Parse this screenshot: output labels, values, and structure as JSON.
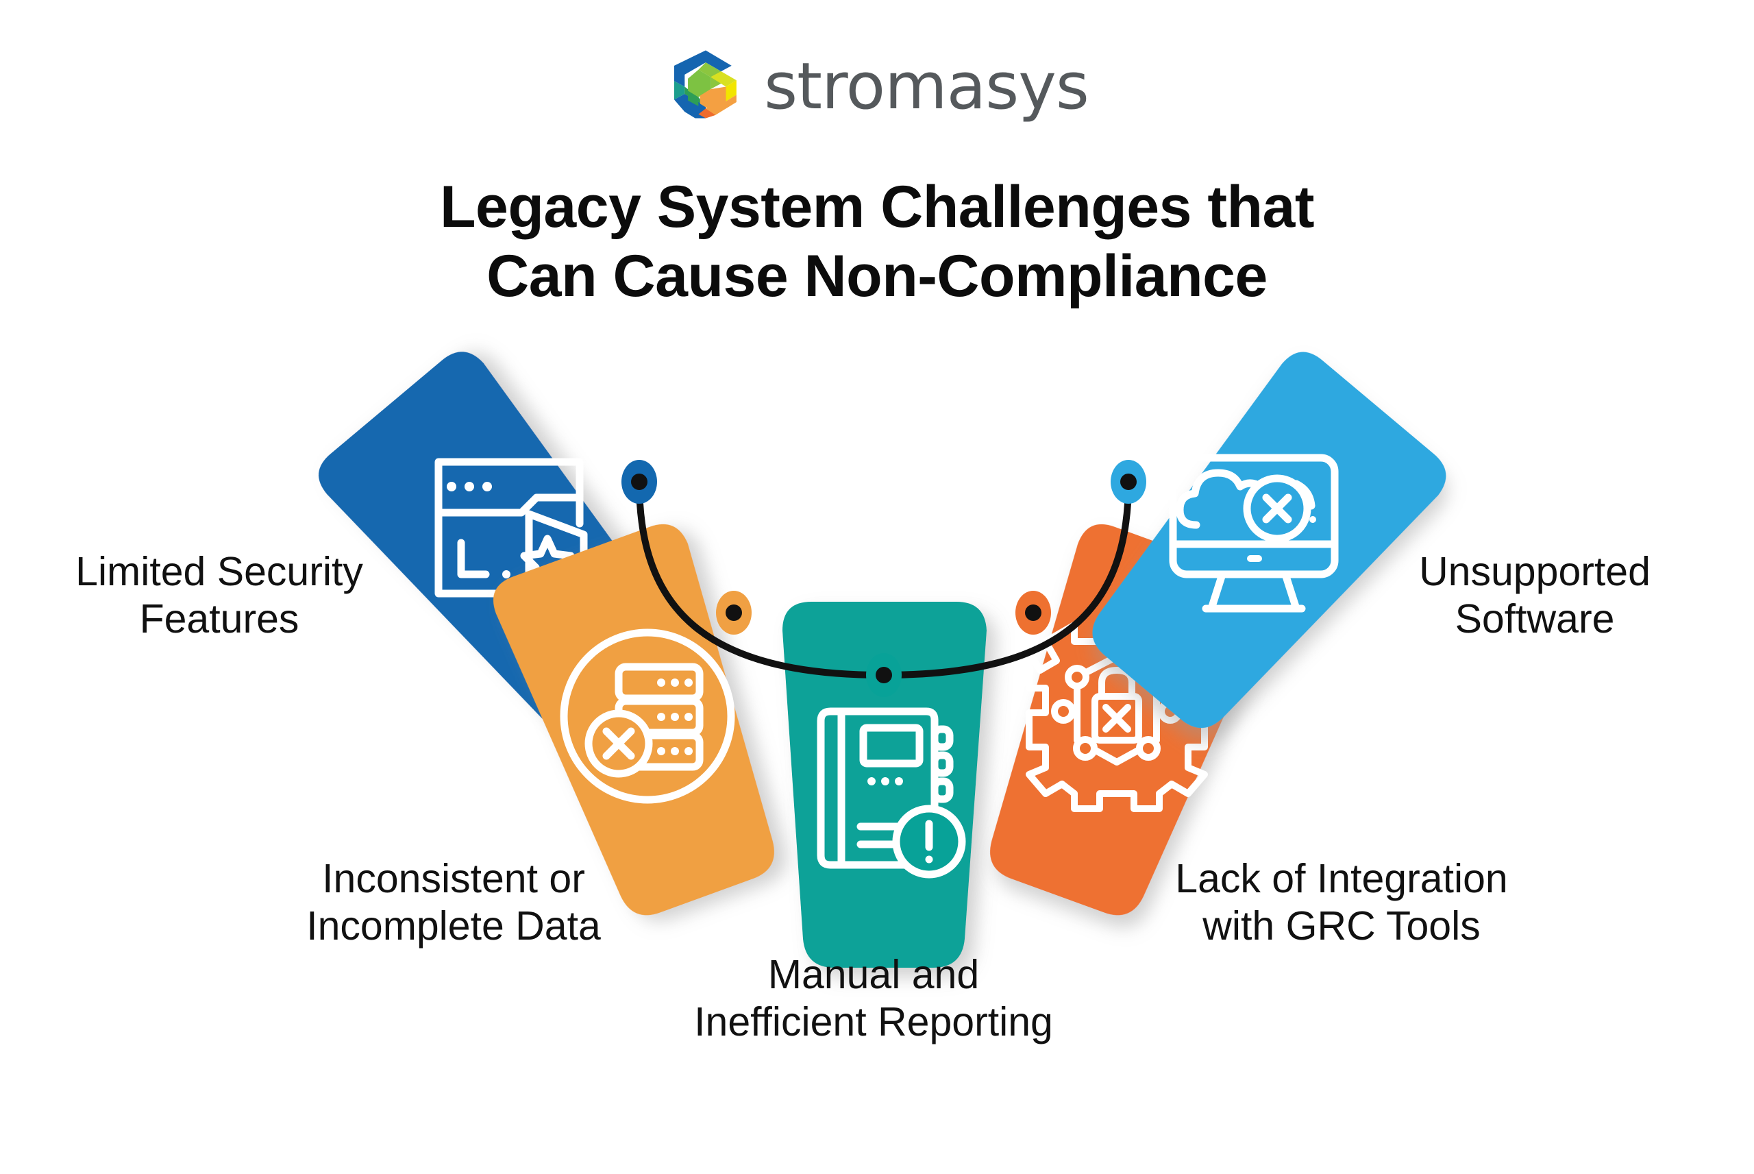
{
  "brand": {
    "logo_icon": "stromasys-logo-icon",
    "wordmark": "stromasys",
    "logo_colors": {
      "blue": "#1565B0",
      "teal": "#1C9E8E",
      "green_light": "#8CC63F",
      "green": "#4CAF50",
      "yellow": "#F2E500",
      "orange": "#F4A042",
      "orange_dark": "#EE7130"
    }
  },
  "header": {
    "title_line1": "Legacy System Challenges that",
    "title_line2": "Can Cause Non-Compliance",
    "title_color": "#0c0c0c"
  },
  "diagram": {
    "type": "radial-petal-arc",
    "connector": {
      "name": "arc-connector",
      "color": "#111111",
      "stroke_width": 9
    },
    "items": [
      {
        "id": "limited-security-features",
        "label": "Limited Security\nFeatures",
        "color": "#1368AF",
        "icon": "browser-shield-star-icon",
        "node_dot_color": "#1368AF",
        "position": "left-outer"
      },
      {
        "id": "inconsistent-incomplete-data",
        "label": "Inconsistent or\nIncomplete Data",
        "color": "#F0A043",
        "icon": "server-error-circle-icon",
        "node_dot_color": "#F0A043",
        "position": "left-inner"
      },
      {
        "id": "manual-inefficient-reporting",
        "label": "Manual and\nInefficient Reporting",
        "color": "#08A298",
        "icon": "notebook-alert-icon",
        "node_dot_color": "#08A298",
        "position": "center"
      },
      {
        "id": "lack-of-integration-grc",
        "label": "Lack of Integration\nwith GRC Tools",
        "color": "#EE7130",
        "icon": "gear-lock-network-icon",
        "node_dot_color": "#EE7130",
        "position": "right-inner"
      },
      {
        "id": "unsupported-software",
        "label": "Unsupported\nSoftware",
        "color": "#2EA8E0",
        "icon": "monitor-cloud-error-icon",
        "node_dot_color": "#2EA8E0",
        "position": "right-outer"
      }
    ]
  }
}
